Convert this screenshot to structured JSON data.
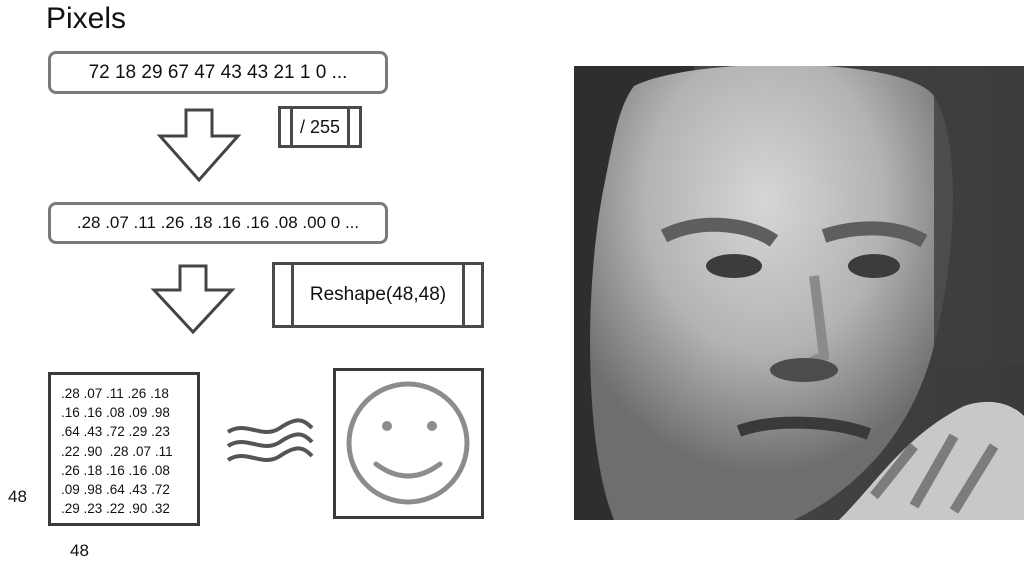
{
  "title": "Pixels",
  "pixels_row": "72 18 29 67 47 43 43 21 1 0 ...",
  "divide_op": "/ 255",
  "normalized_row": ".28 .07 .11 .26 .18 .16 .16 .08 .00 0 ...",
  "reshape_op": "Reshape(48,48)",
  "matrix_rows": [
    ".28 .07 .11 .26 .18",
    ".16 .16 .08 .09 .98",
    ".64 .43 .72 .29 .23",
    ".22 .90  .28 .07 .11",
    ".26 .18 .16 .16 .08",
    ".09 .98 .64 .43 .72",
    ".29 .23 .22 .90 .32"
  ],
  "dim_rows": "48",
  "dim_cols": "48",
  "colors": {
    "box_border": "#7a7a7a",
    "arrow": "#444444",
    "face": "#8c8c8c"
  },
  "icons": [
    "down-arrow-icon",
    "approx-equal-icon",
    "smiley-face-icon",
    "grayscale-face-photo"
  ]
}
